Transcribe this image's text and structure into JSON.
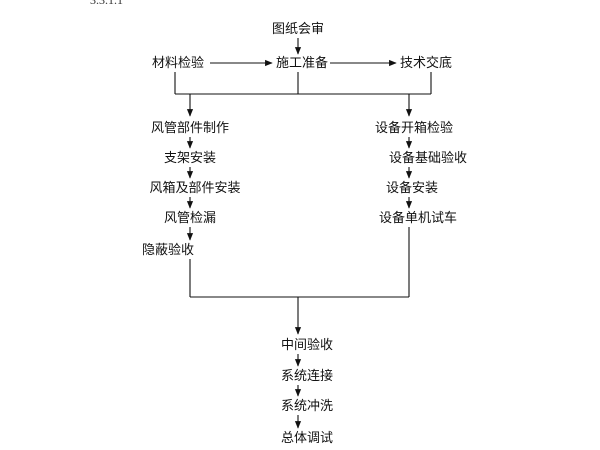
{
  "section_number": "3.3.1.1",
  "nodes": {
    "drawing_review": "图纸会审",
    "material_inspection": "材料检验",
    "construction_prep": "施工准备",
    "tech_briefing": "技术交底",
    "duct_fabrication": "风管部件制作",
    "support_install": "支架安装",
    "air_box_install": "风箱及部件安装",
    "duct_leak_test": "风管检漏",
    "concealed_acceptance": "隐蔽验收",
    "equipment_unpacking": "设备开箱检验",
    "equipment_foundation": "设备基础验收",
    "equipment_install": "设备安装",
    "single_machine_test": "设备单机试车",
    "mid_acceptance": "中间验收",
    "system_connection": "系统连接",
    "system_flushing": "系统冲洗",
    "overall_commissioning": "总体调试"
  }
}
